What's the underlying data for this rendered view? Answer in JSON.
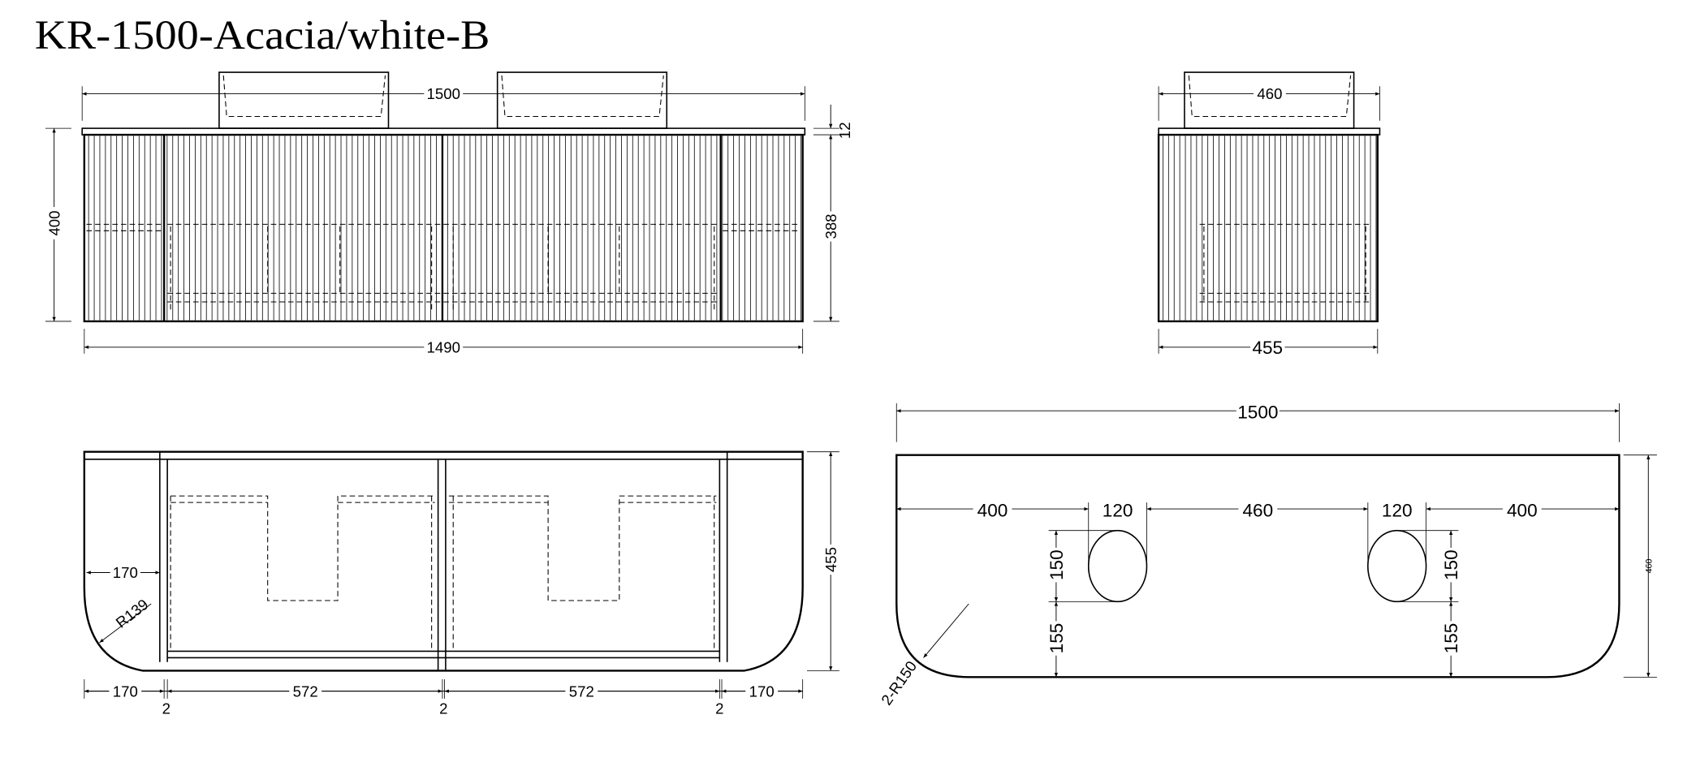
{
  "title": "KR-1500-Acacia/white-B",
  "front_view": {
    "overall_width": "1500",
    "body_width": "1490",
    "total_height": "400",
    "body_height": "388",
    "top_thickness": "12"
  },
  "side_view": {
    "top_depth": "460",
    "body_depth": "455"
  },
  "plan_view": {
    "depth": "455",
    "radius": "R139",
    "side_offset": "170",
    "bottom_dims": [
      "170",
      "2",
      "572",
      "2",
      "572",
      "2",
      "170"
    ]
  },
  "countertop_view": {
    "width": "1500",
    "depth": "460",
    "horizontal_dims": [
      "400",
      "120",
      "460",
      "120",
      "400"
    ],
    "hole_height": "150",
    "hole_offset": "155",
    "corner_radius": "2-R150"
  },
  "colors": {
    "line": "#000000",
    "background": "#ffffff"
  }
}
